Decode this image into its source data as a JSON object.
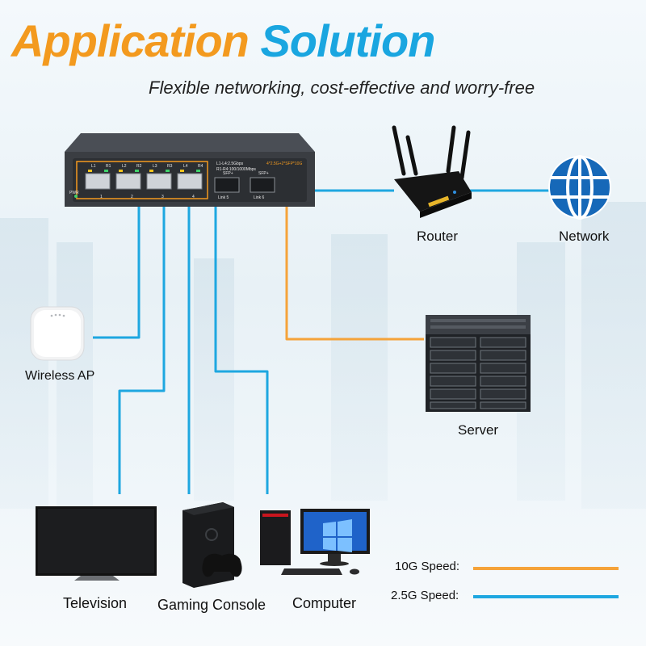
{
  "title": {
    "part1": "Application",
    "part2": "Solution"
  },
  "subtitle": "Flexible networking, cost-effective and worry-free",
  "switch": {
    "port_labels": [
      "L1",
      "R1",
      "L2",
      "R2",
      "L3",
      "R3",
      "L4",
      "R4"
    ],
    "port_numbers": [
      "1",
      "2",
      "3",
      "4"
    ],
    "pwr": "PWR",
    "spec_lines": [
      "L1-L4:2.5Gbps",
      "R1-R4:100/1000Mbps"
    ],
    "sfp_spec": "4*2.5G+2*SFP*10G",
    "sfp_labels": [
      "SFP+",
      "SFP+"
    ],
    "sfp_link_numbers": [
      "Link 5",
      "Link 6"
    ]
  },
  "devices": {
    "router": "Router",
    "network": "Network",
    "wireless_ap": "Wireless AP",
    "server": "Server",
    "television": "Television",
    "gaming_console": "Gaming Console",
    "computer": "Computer"
  },
  "legend": [
    {
      "label": "10G Speed:",
      "color": "#f5a33a"
    },
    {
      "label": "2.5G Speed:",
      "color": "#1ea7e0"
    }
  ],
  "colors": {
    "orange": "#f39a1f",
    "blue": "#1aa6e0",
    "switch_body": "#3a3d42",
    "router_body": "#151515"
  }
}
